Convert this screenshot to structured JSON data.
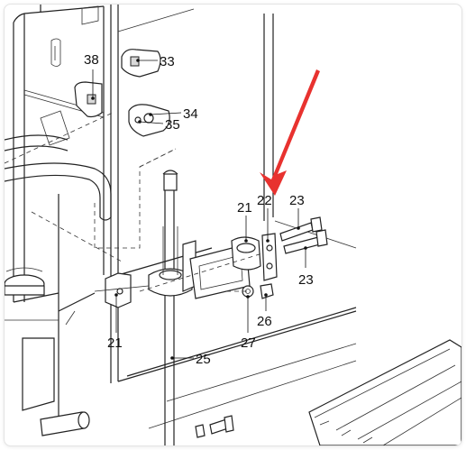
{
  "callouts": [
    {
      "id": "c33",
      "label": "33"
    },
    {
      "id": "c38",
      "label": "38"
    },
    {
      "id": "c34",
      "label": "34"
    },
    {
      "id": "c35",
      "label": "35"
    },
    {
      "id": "c21a",
      "label": "21"
    },
    {
      "id": "c22",
      "label": "22"
    },
    {
      "id": "c23a",
      "label": "23"
    },
    {
      "id": "c23b",
      "label": "23"
    },
    {
      "id": "c26",
      "label": "26"
    },
    {
      "id": "c27",
      "label": "27"
    },
    {
      "id": "c21b",
      "label": "21"
    },
    {
      "id": "c25",
      "label": "25"
    }
  ],
  "colors": {
    "arrow": "#e8322f",
    "line": "#222222",
    "label": "#111111"
  }
}
